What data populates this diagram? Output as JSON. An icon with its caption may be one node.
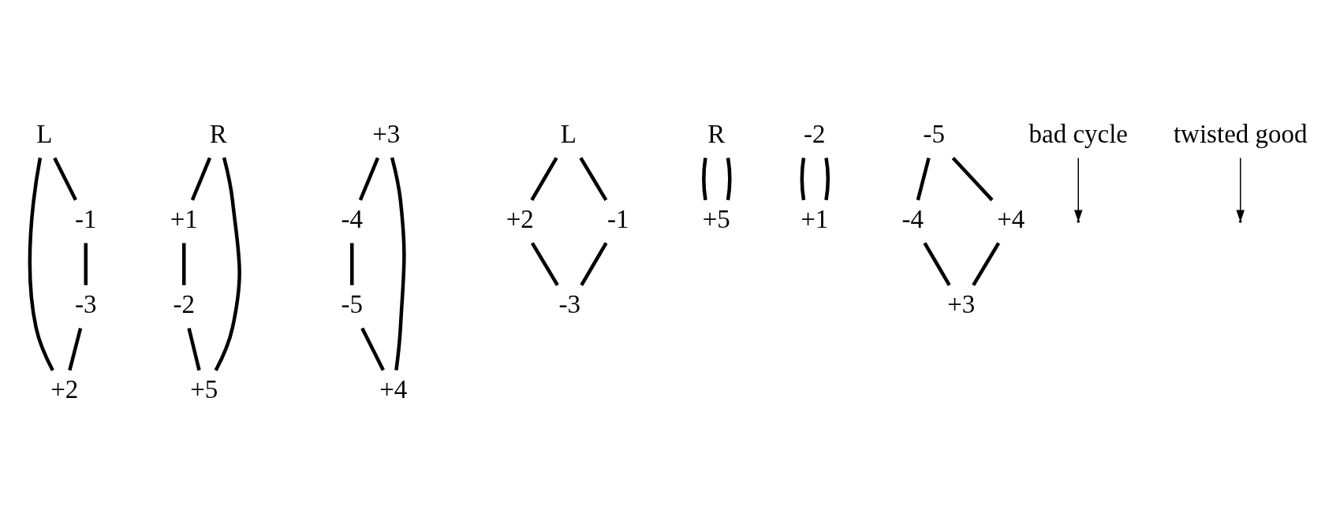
{
  "diagram": {
    "nodes": [
      {
        "text": [
          "L"
        ]
      },
      {
        "text": [
          "R"
        ]
      },
      {
        "text": [
          "+2"
        ]
      },
      {
        "text": [
          "+1"
        ]
      },
      {
        "text": [
          "-1"
        ]
      },
      {
        "text": [
          "-2"
        ]
      },
      {
        "text": [
          "+5"
        ]
      },
      {
        "text": [
          "-3"
        ]
      },
      {
        "text": [
          "+3"
        ]
      },
      {
        "text": [
          "-5"
        ]
      },
      {
        "text": [
          "-4"
        ]
      },
      {
        "text": [
          "+4"
        ]
      },
      {
        "text": [
          "L"
        ]
      },
      {
        "text": [
          "R"
        ]
      },
      {
        "text": [
          "+2"
        ]
      },
      {
        "text": [
          "+5"
        ]
      },
      {
        "text": [
          "-2"
        ]
      },
      {
        "text": [
          "-5"
        ]
      },
      {
        "text": [
          "+1"
        ]
      },
      {
        "text": [
          "-4"
        ]
      },
      {
        "text": [
          "+4"
        ]
      },
      {
        "text": [
          "-1"
        ]
      },
      {
        "text": [
          "-3"
        ]
      },
      {
        "text": [
          "+3"
        ]
      },
      {
        "text": [
          "bad cycle"
        ]
      },
      {
        "text": [
          "twisted good"
        ]
      }
    ],
    "edges": [
      {
        "from": 0,
        "to": 2,
        "arrow": "none"
      },
      {
        "from": 0,
        "to": 4,
        "arrow": "none"
      },
      {
        "from": 4,
        "to": 7,
        "arrow": "none"
      },
      {
        "from": 7,
        "to": 2,
        "arrow": "none"
      },
      {
        "from": 1,
        "to": 6,
        "arrow": "none"
      },
      {
        "from": 1,
        "to": 3,
        "arrow": "none"
      },
      {
        "from": 3,
        "to": 5,
        "arrow": "none"
      },
      {
        "from": 5,
        "to": 6,
        "arrow": "none"
      },
      {
        "from": 9,
        "to": 11,
        "arrow": "none"
      },
      {
        "from": 11,
        "to": 8,
        "arrow": "none"
      },
      {
        "from": 8,
        "to": 10,
        "arrow": "none"
      },
      {
        "from": 10,
        "to": 9,
        "arrow": "none"
      },
      {
        "from": 12,
        "to": 14,
        "arrow": "none"
      },
      {
        "from": 12,
        "to": 21,
        "arrow": "none"
      },
      {
        "from": 14,
        "to": 22,
        "arrow": "none"
      },
      {
        "from": 21,
        "to": 22,
        "arrow": "none"
      },
      {
        "from": 13,
        "to": 15,
        "arrow": "none"
      },
      {
        "from": 13,
        "to": 15,
        "arrow": "none"
      },
      {
        "from": 16,
        "to": 18,
        "arrow": "none"
      },
      {
        "from": 16,
        "to": 18,
        "arrow": "none"
      },
      {
        "from": 17,
        "to": 19,
        "arrow": "none"
      },
      {
        "from": 17,
        "to": 20,
        "arrow": "none"
      },
      {
        "from": 19,
        "to": 23,
        "arrow": "none"
      },
      {
        "from": 20,
        "to": 23,
        "arrow": "none"
      },
      {
        "from": 24,
        "to": null,
        "arrow": "to"
      },
      {
        "from": 25,
        "to": null,
        "arrow": "to"
      }
    ]
  }
}
